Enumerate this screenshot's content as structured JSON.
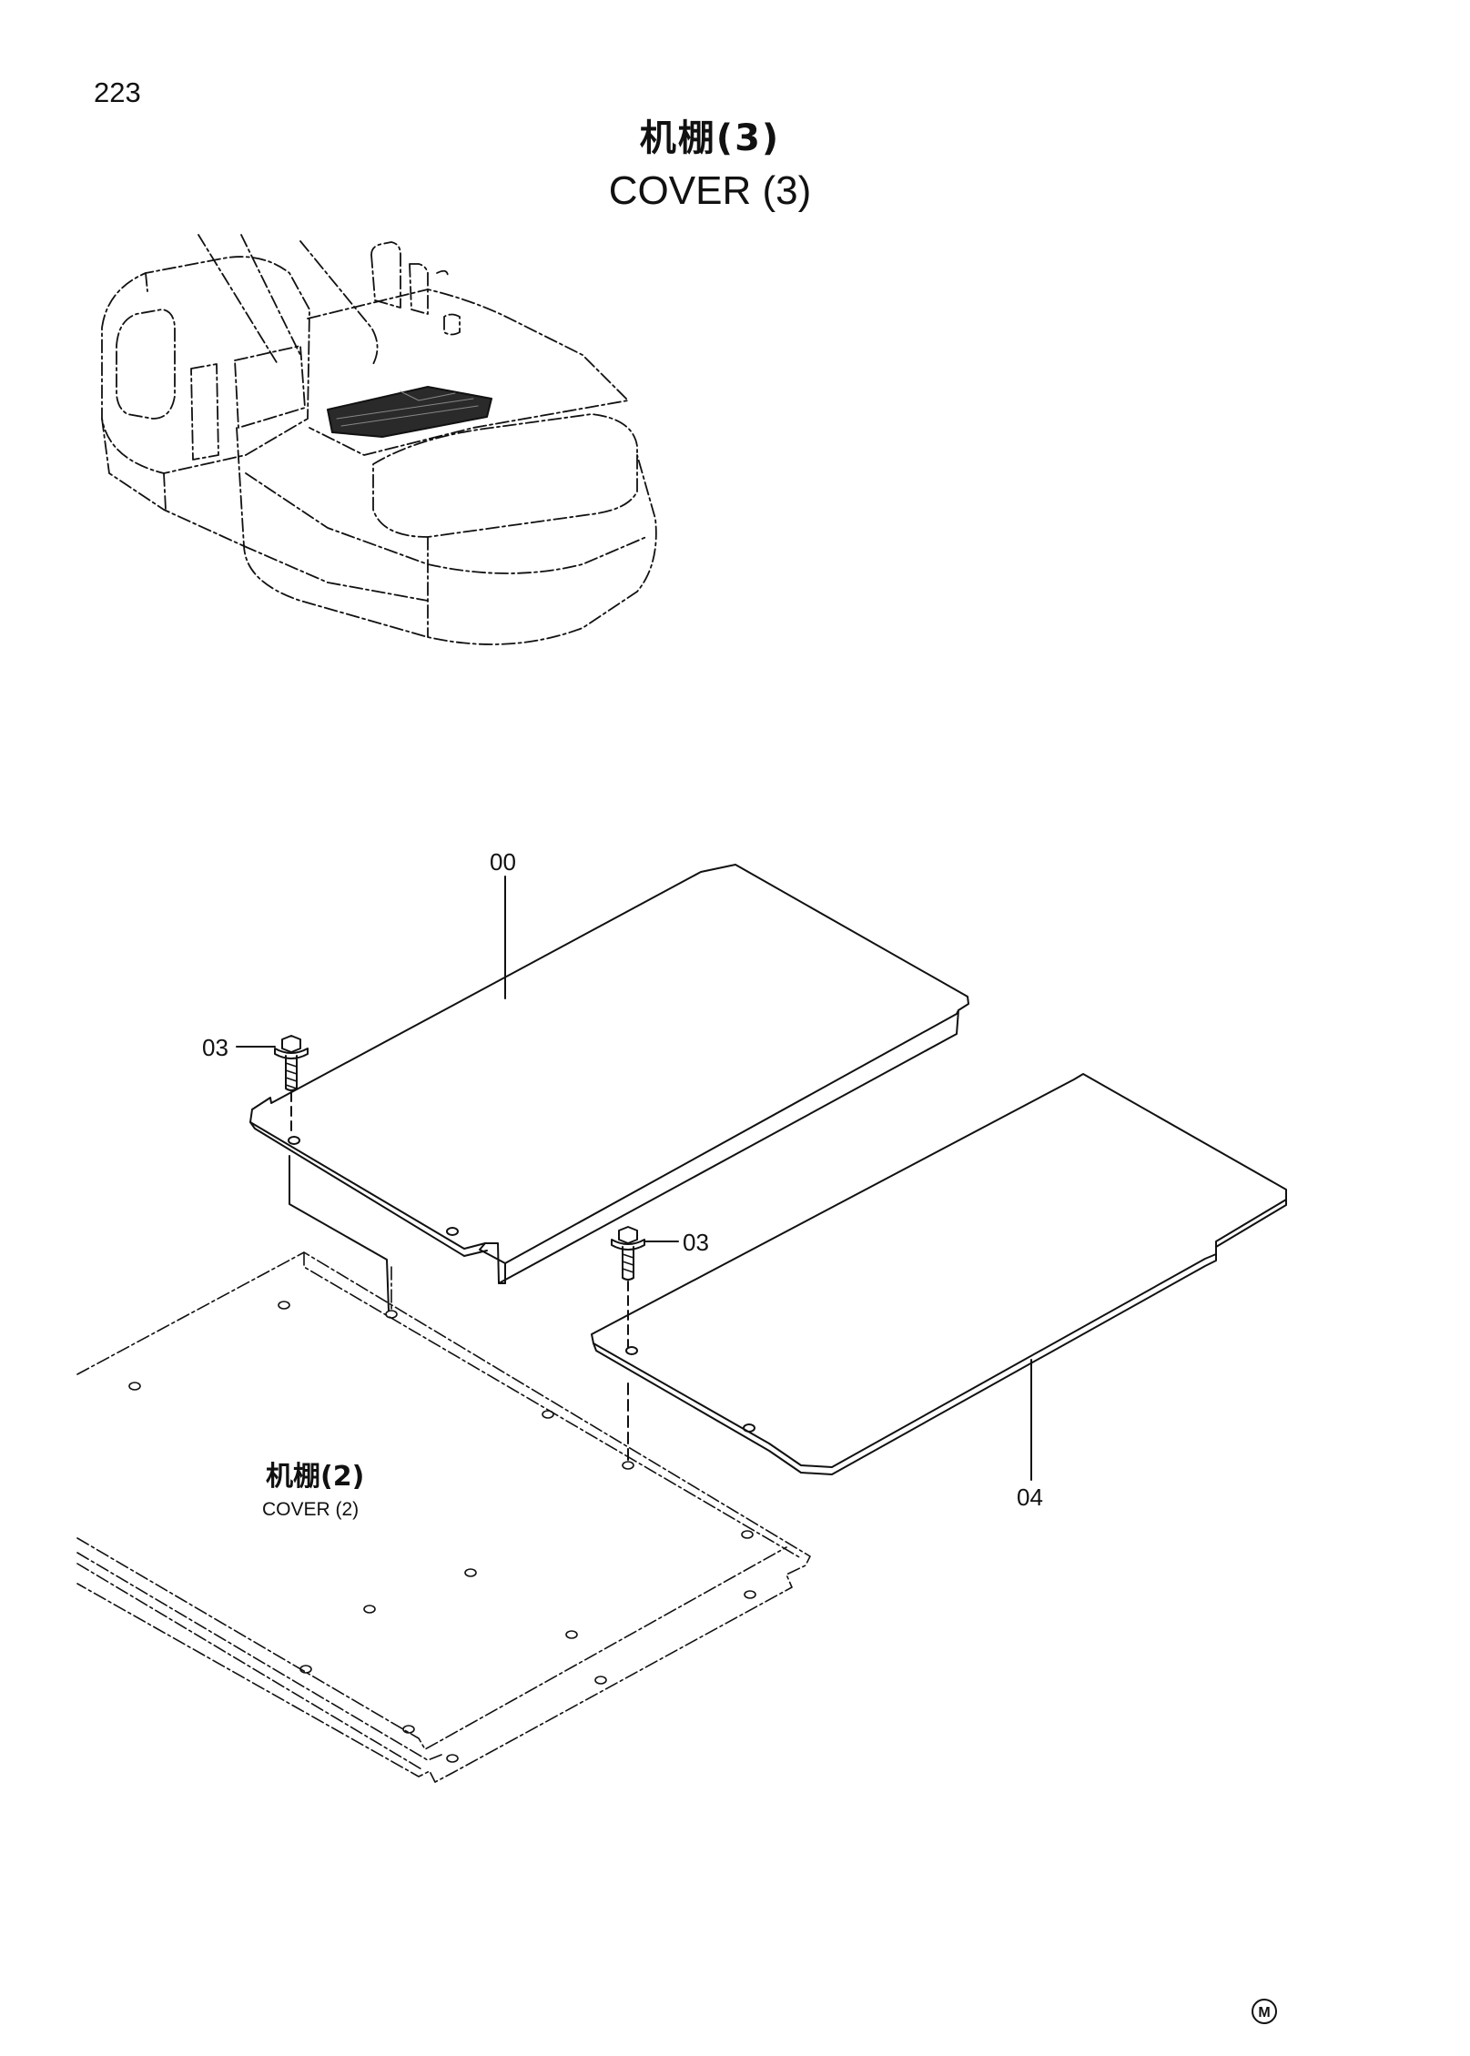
{
  "page": {
    "number": "223",
    "title_cn": "机棚(3)",
    "title_en": "COVER (3)"
  },
  "callouts": {
    "cover_assembly": "00",
    "bolt_left": "03",
    "bolt_right": "03",
    "plate": "04"
  },
  "reference": {
    "label_cn": "机棚(2)",
    "label_en": "COVER (2)"
  },
  "footer": {
    "mark": "M"
  },
  "colors": {
    "line": "#111111",
    "shading": "#2a2a2a"
  }
}
